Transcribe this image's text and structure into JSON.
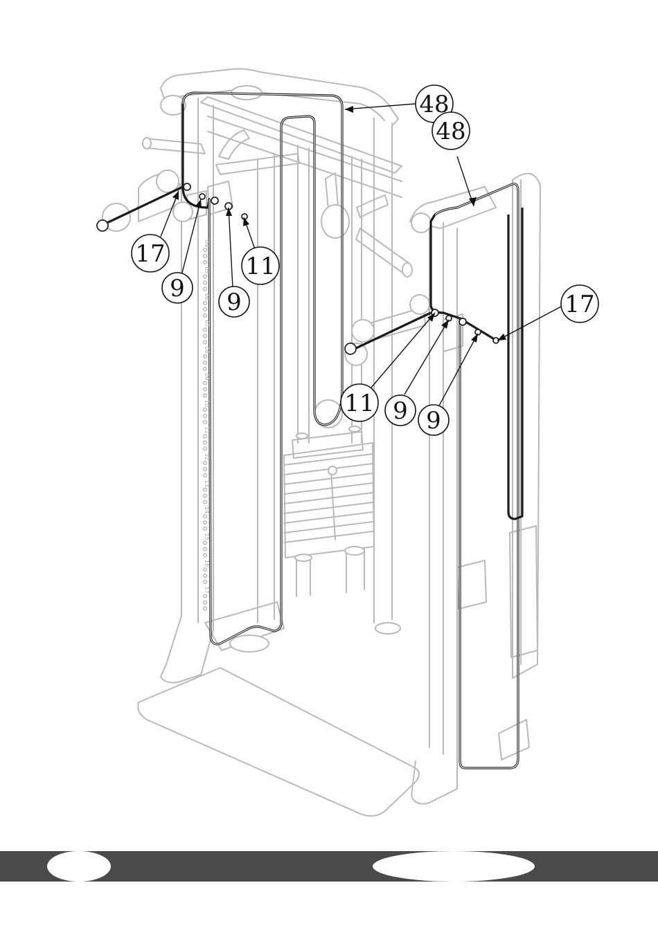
{
  "diagram": {
    "callouts": [
      {
        "id": "c48a",
        "label": "48"
      },
      {
        "id": "c48b",
        "label": "48"
      },
      {
        "id": "c17a",
        "label": "17"
      },
      {
        "id": "c9a",
        "label": "9"
      },
      {
        "id": "c9b",
        "label": "9"
      },
      {
        "id": "c11a",
        "label": "11"
      },
      {
        "id": "c17b",
        "label": "17"
      },
      {
        "id": "c11b",
        "label": "11"
      },
      {
        "id": "c9c",
        "label": "9"
      },
      {
        "id": "c9d",
        "label": "9"
      }
    ],
    "upright_holes_left": [
      "04",
      "05",
      "06",
      "07",
      "08",
      "09",
      "10",
      "11",
      "12",
      "13",
      "14",
      "15",
      "16",
      "17"
    ]
  },
  "colors": {
    "frame": "#b9b9b9",
    "cable": "#1a1a1a",
    "footer": "#4a4a4a"
  }
}
